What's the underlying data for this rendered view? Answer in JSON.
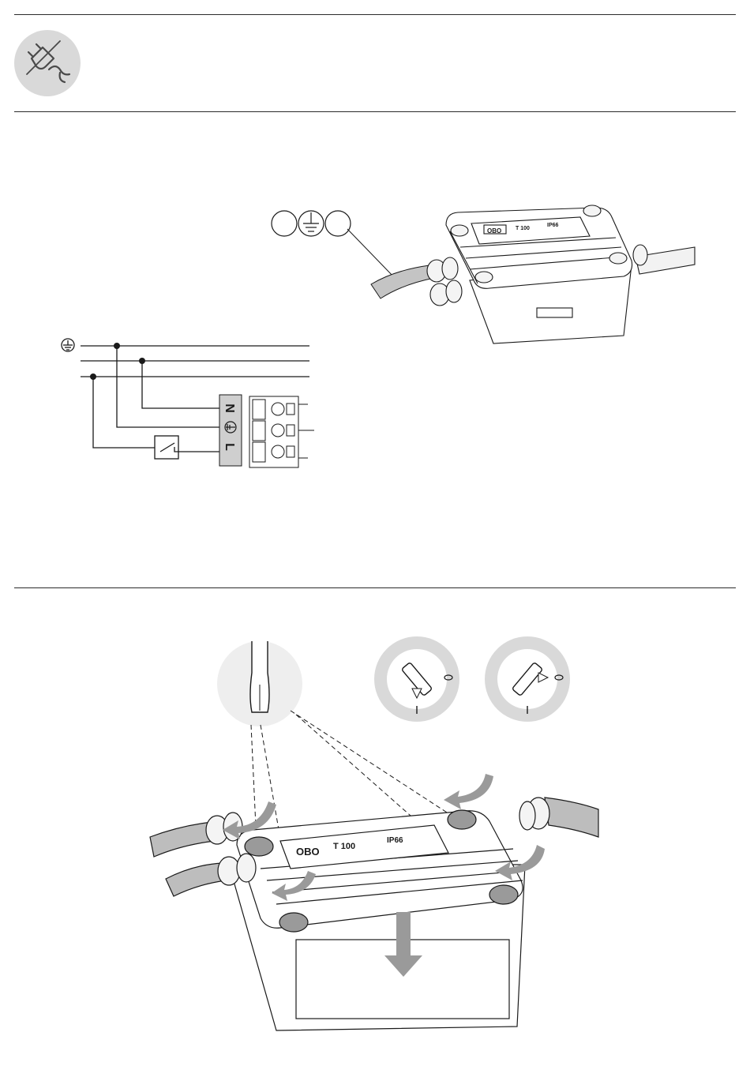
{
  "header": {
    "icon": "unplug-power-icon",
    "icon_bg": "#d9d9d9"
  },
  "wiring": {
    "earth_symbol": "⏚",
    "terminal_labels": {
      "n": "N",
      "l": "L"
    },
    "terminal_bg": "#cfcfcf"
  },
  "product": {
    "brand": "OBO",
    "model": "T 100",
    "rating": "IP66"
  },
  "screw_positions": {
    "open_symbol": "O",
    "closed_symbol": "I"
  },
  "colors": {
    "line": "#1a1a1a",
    "grey_fill": "#d9d9d9",
    "arrow": "#9a9a9a",
    "cable": "#bdbdbd"
  }
}
